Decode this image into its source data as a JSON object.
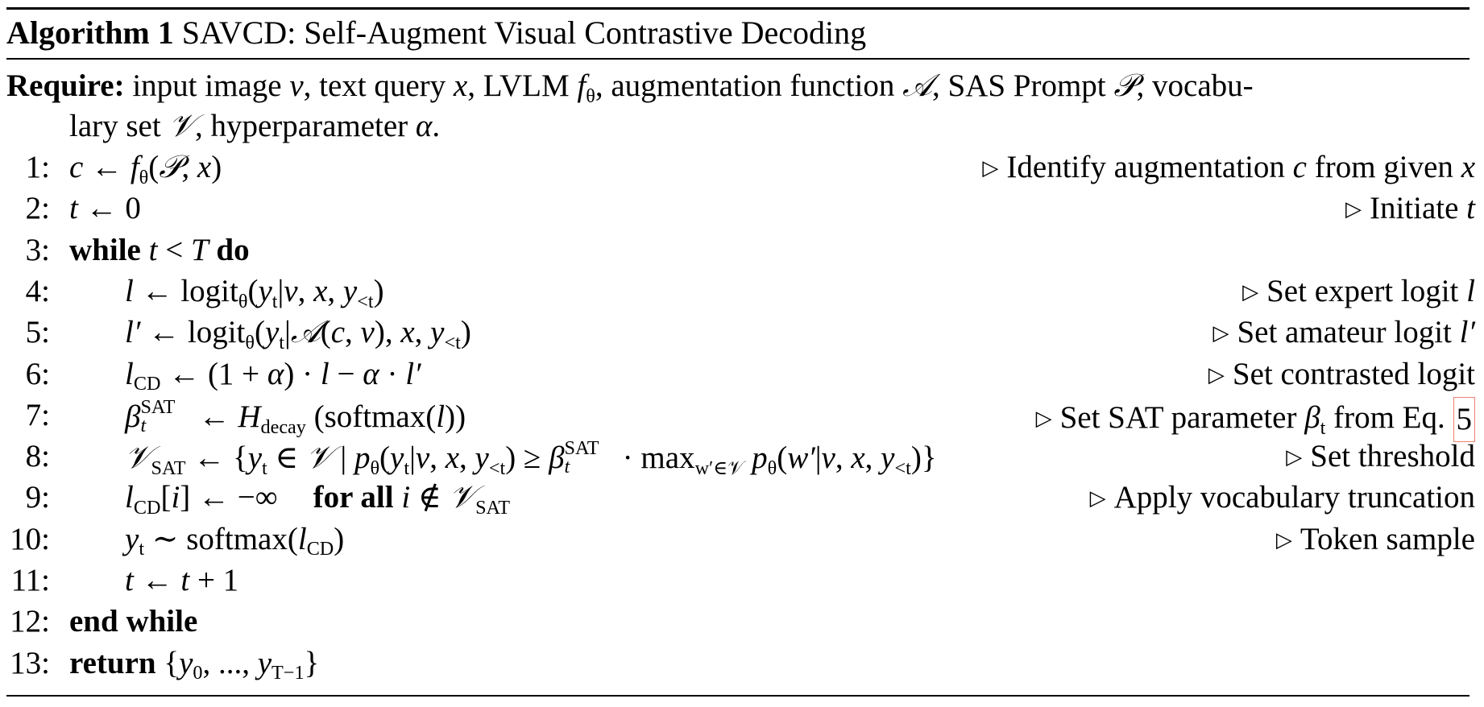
{
  "algorithm": {
    "label": "Algorithm 1",
    "title": "SAVCD: Self-Augment Visual Contrastive Decoding",
    "require": {
      "keyword": "Require:",
      "segments": [
        {
          "t": "r",
          "v": " input image "
        },
        {
          "t": "m",
          "v": "v"
        },
        {
          "t": "r",
          "v": ", text query "
        },
        {
          "t": "m",
          "v": "x"
        },
        {
          "t": "r",
          "v": ", LVLM "
        },
        {
          "t": "m",
          "v": "f"
        },
        {
          "t": "sub",
          "v": "θ"
        },
        {
          "t": "r",
          "v": ", augmentation function "
        },
        {
          "t": "cal",
          "v": "𝒜"
        },
        {
          "t": "r",
          "v": ", SAS Prompt "
        },
        {
          "t": "cal",
          "v": "𝒫"
        },
        {
          "t": "r",
          "v": ", vocabu-"
        }
      ],
      "continuation": [
        {
          "t": "r",
          "v": "lary set "
        },
        {
          "t": "cal",
          "v": "𝒱"
        },
        {
          "t": "r",
          "v": ", hyperparameter "
        },
        {
          "t": "m",
          "v": "α"
        },
        {
          "t": "r",
          "v": "."
        }
      ]
    },
    "lines": [
      {
        "num": "1:",
        "indent": 0,
        "code": [
          {
            "t": "m",
            "v": "c"
          },
          {
            "t": "r",
            "v": " ← "
          },
          {
            "t": "m",
            "v": "f"
          },
          {
            "t": "sub",
            "v": "θ"
          },
          {
            "t": "r",
            "v": "("
          },
          {
            "t": "cal",
            "v": "𝒫"
          },
          {
            "t": "r",
            "v": ", "
          },
          {
            "t": "m",
            "v": "x"
          },
          {
            "t": "r",
            "v": ")"
          }
        ],
        "comment": [
          {
            "t": "r",
            "v": "Identify augmentation "
          },
          {
            "t": "m",
            "v": "c"
          },
          {
            "t": "r",
            "v": " from given "
          },
          {
            "t": "m",
            "v": "x"
          }
        ]
      },
      {
        "num": "2:",
        "indent": 0,
        "code": [
          {
            "t": "m",
            "v": "t"
          },
          {
            "t": "r",
            "v": " ← 0"
          }
        ],
        "comment": [
          {
            "t": "r",
            "v": "Initiate "
          },
          {
            "t": "m",
            "v": "t"
          }
        ]
      },
      {
        "num": "3:",
        "indent": 0,
        "code": [
          {
            "t": "kw",
            "v": "while "
          },
          {
            "t": "m",
            "v": "t"
          },
          {
            "t": "r",
            "v": " < "
          },
          {
            "t": "m",
            "v": "T"
          },
          {
            "t": "kw",
            "v": " do"
          }
        ],
        "comment": []
      },
      {
        "num": "4:",
        "indent": 1,
        "code": [
          {
            "t": "m",
            "v": "l"
          },
          {
            "t": "r",
            "v": " ← logit"
          },
          {
            "t": "sub",
            "v": "θ"
          },
          {
            "t": "r",
            "v": "("
          },
          {
            "t": "m",
            "v": "y"
          },
          {
            "t": "sub",
            "v": "t"
          },
          {
            "t": "r",
            "v": "|"
          },
          {
            "t": "m",
            "v": "v"
          },
          {
            "t": "r",
            "v": ", "
          },
          {
            "t": "m",
            "v": "x"
          },
          {
            "t": "r",
            "v": ", "
          },
          {
            "t": "m",
            "v": "y"
          },
          {
            "t": "sub",
            "v": "<t"
          },
          {
            "t": "r",
            "v": ")"
          }
        ],
        "comment": [
          {
            "t": "r",
            "v": "Set expert logit "
          },
          {
            "t": "m",
            "v": "l"
          }
        ]
      },
      {
        "num": "5:",
        "indent": 1,
        "code": [
          {
            "t": "m",
            "v": "l′"
          },
          {
            "t": "r",
            "v": " ← logit"
          },
          {
            "t": "sub",
            "v": "θ"
          },
          {
            "t": "r",
            "v": "("
          },
          {
            "t": "m",
            "v": "y"
          },
          {
            "t": "sub",
            "v": "t"
          },
          {
            "t": "r",
            "v": "|"
          },
          {
            "t": "cal",
            "v": "𝒜"
          },
          {
            "t": "r",
            "v": "("
          },
          {
            "t": "m",
            "v": "c"
          },
          {
            "t": "r",
            "v": ", "
          },
          {
            "t": "m",
            "v": "v"
          },
          {
            "t": "r",
            "v": "), "
          },
          {
            "t": "m",
            "v": "x"
          },
          {
            "t": "r",
            "v": ", "
          },
          {
            "t": "m",
            "v": "y"
          },
          {
            "t": "sub",
            "v": "<t"
          },
          {
            "t": "r",
            "v": ")"
          }
        ],
        "comment": [
          {
            "t": "r",
            "v": "Set amateur logit "
          },
          {
            "t": "m",
            "v": "l′"
          }
        ]
      },
      {
        "num": "6:",
        "indent": 1,
        "code": [
          {
            "t": "m",
            "v": "l"
          },
          {
            "t": "sub",
            "v": "CD"
          },
          {
            "t": "r",
            "v": " ← (1 + "
          },
          {
            "t": "m",
            "v": "α"
          },
          {
            "t": "r",
            "v": ") · "
          },
          {
            "t": "m",
            "v": "l"
          },
          {
            "t": "r",
            "v": " − "
          },
          {
            "t": "m",
            "v": "α"
          },
          {
            "t": "r",
            "v": " · "
          },
          {
            "t": "m",
            "v": "l′"
          }
        ],
        "comment": [
          {
            "t": "r",
            "v": "Set contrasted logit"
          }
        ]
      },
      {
        "num": "7:",
        "indent": 1,
        "code": [
          {
            "t": "m",
            "v": "β"
          },
          {
            "t": "supsub",
            "sup": "SAT",
            "sub": "t"
          },
          {
            "t": "r",
            "v": " ← "
          },
          {
            "t": "m",
            "v": "H"
          },
          {
            "t": "sub",
            "v": "decay"
          },
          {
            "t": "r",
            "v": " (softmax("
          },
          {
            "t": "m",
            "v": "l"
          },
          {
            "t": "r",
            "v": "))"
          }
        ],
        "comment": [
          {
            "t": "r",
            "v": "Set SAT parameter "
          },
          {
            "t": "m",
            "v": "β"
          },
          {
            "t": "sub",
            "v": "t"
          },
          {
            "t": "r",
            "v": " from Eq. "
          },
          {
            "t": "ref",
            "v": "5"
          }
        ]
      },
      {
        "num": "8:",
        "indent": 1,
        "code": [
          {
            "t": "cal",
            "v": "𝒱"
          },
          {
            "t": "sub",
            "v": "SAT"
          },
          {
            "t": "r",
            "v": " ← {"
          },
          {
            "t": "m",
            "v": "y"
          },
          {
            "t": "sub",
            "v": "t"
          },
          {
            "t": "r",
            "v": " ∈ "
          },
          {
            "t": "cal",
            "v": "𝒱"
          },
          {
            "t": "r",
            "v": " | "
          },
          {
            "t": "m",
            "v": "p"
          },
          {
            "t": "sub",
            "v": "θ"
          },
          {
            "t": "r",
            "v": "("
          },
          {
            "t": "m",
            "v": "y"
          },
          {
            "t": "sub",
            "v": "t"
          },
          {
            "t": "r",
            "v": "|"
          },
          {
            "t": "m",
            "v": "v"
          },
          {
            "t": "r",
            "v": ", "
          },
          {
            "t": "m",
            "v": "x"
          },
          {
            "t": "r",
            "v": ", "
          },
          {
            "t": "m",
            "v": "y"
          },
          {
            "t": "sub",
            "v": "<t"
          },
          {
            "t": "r",
            "v": ") ≥ "
          },
          {
            "t": "m",
            "v": "β"
          },
          {
            "t": "supsub",
            "sup": "SAT",
            "sub": "t"
          },
          {
            "t": "r",
            "v": " · max"
          },
          {
            "t": "sub",
            "v": "w′∈𝒱"
          },
          {
            "t": "r",
            "v": " "
          },
          {
            "t": "m",
            "v": "p"
          },
          {
            "t": "sub",
            "v": "θ"
          },
          {
            "t": "r",
            "v": "("
          },
          {
            "t": "m",
            "v": "w′"
          },
          {
            "t": "r",
            "v": "|"
          },
          {
            "t": "m",
            "v": "v"
          },
          {
            "t": "r",
            "v": ", "
          },
          {
            "t": "m",
            "v": "x"
          },
          {
            "t": "r",
            "v": ", "
          },
          {
            "t": "m",
            "v": "y"
          },
          {
            "t": "sub",
            "v": "<t"
          },
          {
            "t": "r",
            "v": ")}"
          }
        ],
        "comment": [
          {
            "t": "r",
            "v": "Set threshold"
          }
        ]
      },
      {
        "num": "9:",
        "indent": 1,
        "code": [
          {
            "t": "m",
            "v": "l"
          },
          {
            "t": "sub",
            "v": "CD"
          },
          {
            "t": "r",
            "v": "["
          },
          {
            "t": "m",
            "v": "i"
          },
          {
            "t": "r",
            "v": "] ← −∞"
          },
          {
            "t": "gap",
            "v": ""
          },
          {
            "t": "kw",
            "v": "for all "
          },
          {
            "t": "m",
            "v": "i"
          },
          {
            "t": "r",
            "v": " ∉ "
          },
          {
            "t": "cal",
            "v": "𝒱"
          },
          {
            "t": "sub",
            "v": "SAT"
          }
        ],
        "comment": [
          {
            "t": "r",
            "v": "Apply vocabulary truncation"
          }
        ]
      },
      {
        "num": "10:",
        "indent": 1,
        "code": [
          {
            "t": "m",
            "v": "y"
          },
          {
            "t": "sub",
            "v": "t"
          },
          {
            "t": "r",
            "v": " ∼ softmax("
          },
          {
            "t": "m",
            "v": "l"
          },
          {
            "t": "sub",
            "v": "CD"
          },
          {
            "t": "r",
            "v": ")"
          }
        ],
        "comment": [
          {
            "t": "r",
            "v": "Token sample"
          }
        ]
      },
      {
        "num": "11:",
        "indent": 1,
        "code": [
          {
            "t": "m",
            "v": "t"
          },
          {
            "t": "r",
            "v": " ← "
          },
          {
            "t": "m",
            "v": "t"
          },
          {
            "t": "r",
            "v": " + 1"
          }
        ],
        "comment": []
      },
      {
        "num": "12:",
        "indent": 0,
        "code": [
          {
            "t": "kw",
            "v": "end while"
          }
        ],
        "comment": []
      },
      {
        "num": "13:",
        "indent": 0,
        "code": [
          {
            "t": "kw",
            "v": "return "
          },
          {
            "t": "r",
            "v": "{"
          },
          {
            "t": "m",
            "v": "y"
          },
          {
            "t": "sub",
            "v": "0"
          },
          {
            "t": "r",
            "v": ", ..., "
          },
          {
            "t": "m",
            "v": "y"
          },
          {
            "t": "sub",
            "v": "T−1"
          },
          {
            "t": "r",
            "v": "}"
          }
        ],
        "comment": []
      }
    ],
    "comment_marker": "▷",
    "colors": {
      "text": "#000000",
      "rule": "#000000",
      "eq_ref_box": "#f08070"
    }
  }
}
